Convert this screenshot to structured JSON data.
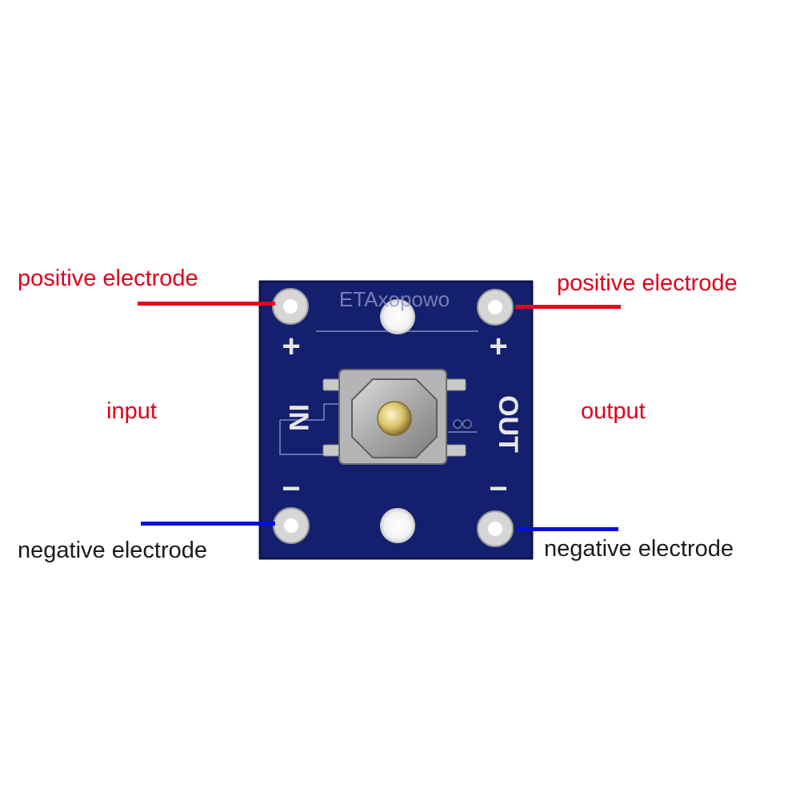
{
  "labels": {
    "positive_left": "positive electrode",
    "positive_right": "positive electrode",
    "input": "input",
    "output": "output",
    "negative_left": "negative electrode",
    "negative_right": "negative electrode"
  },
  "board": {
    "watermark": "ETAxopowo",
    "silk_in": "IN",
    "silk_out": "OUT",
    "plus": "+",
    "minus": "−"
  },
  "colors": {
    "positive": "#e8001c",
    "negative": "#0010e0",
    "pcb": "#14206e",
    "label_red": "#e0001b",
    "label_dark": "#1a1a1a"
  }
}
